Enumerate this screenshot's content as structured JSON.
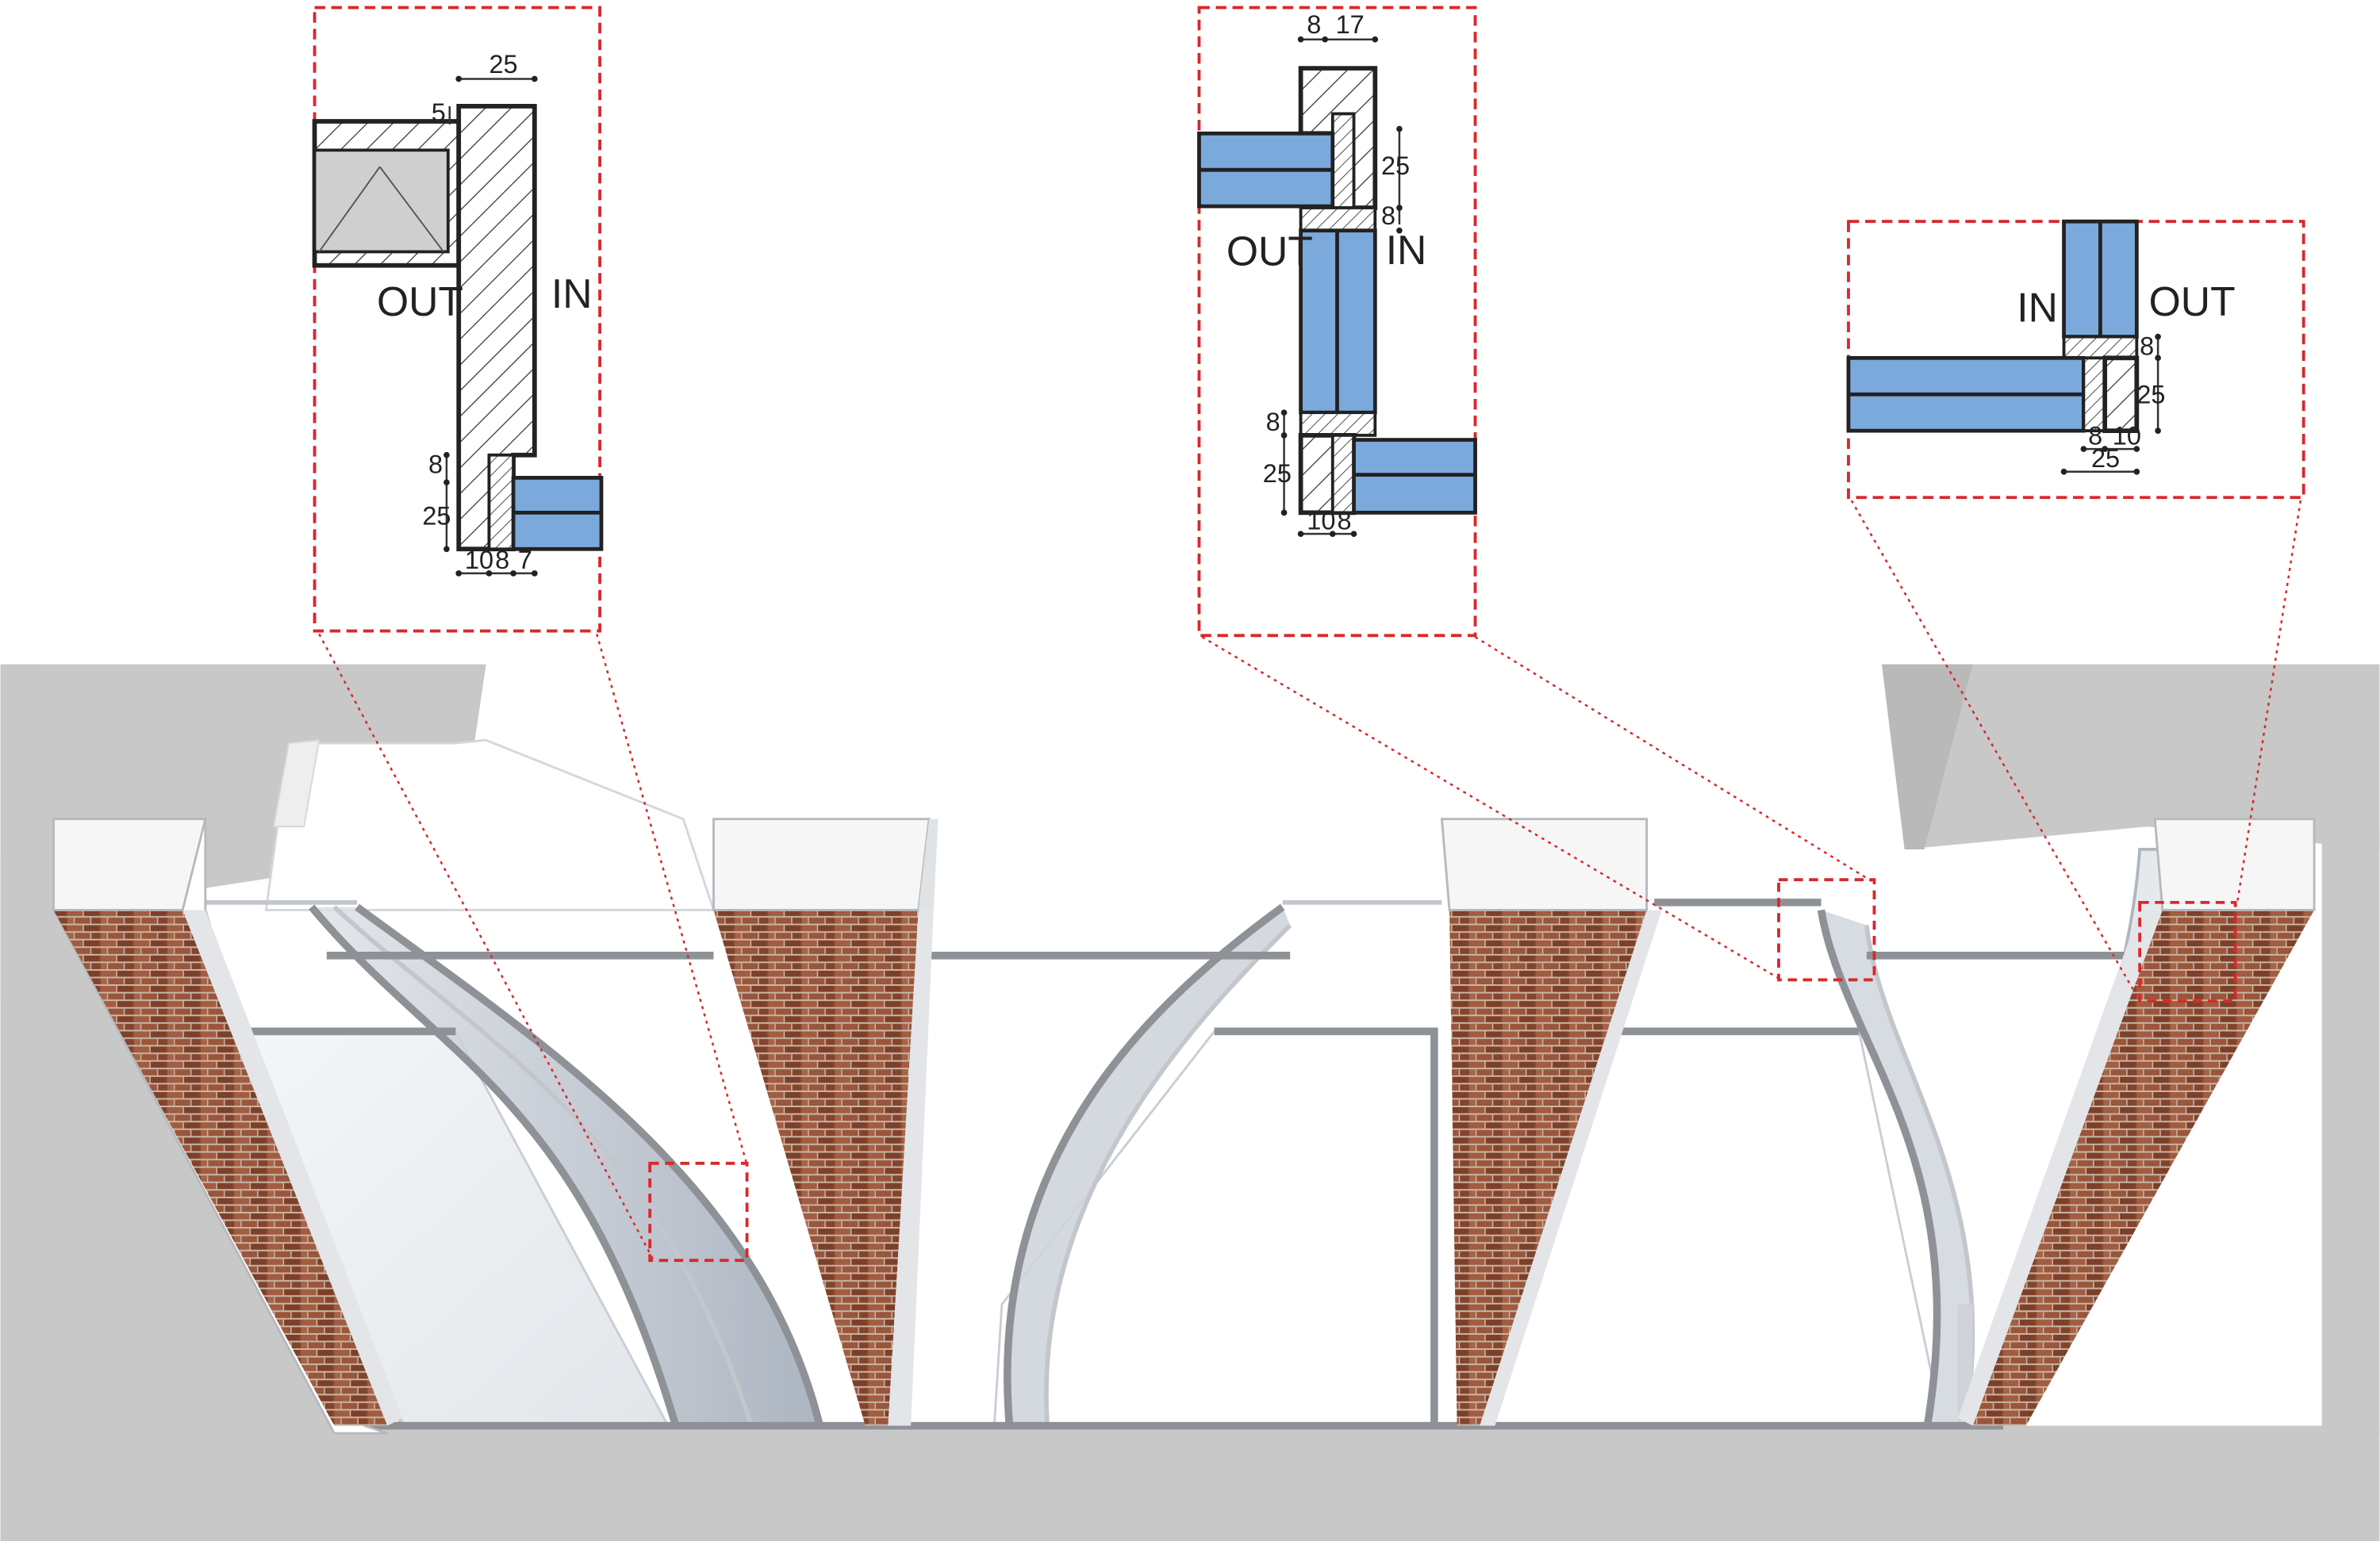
{
  "colors": {
    "background": "#ffffff",
    "ground": "#c8c8c8",
    "brick": "#8c4a32",
    "glass": "#7ba9dc",
    "detail_box": "#d8282d",
    "frame": "#8e9297"
  },
  "details": [
    {
      "in_label": "IN",
      "out_label": "OUT",
      "dims": {
        "top": "25",
        "side_top": "5",
        "side_upper": "8",
        "side_lower": "25",
        "bottom_a": "10",
        "bottom_b": "8",
        "bottom_c": "7"
      }
    },
    {
      "in_label": "IN",
      "out_label": "OUT",
      "dims": {
        "top_a": "8",
        "top_b": "17",
        "right_a": "25",
        "right_b": "8",
        "left_a": "8",
        "left_b": "25",
        "bottom_a": "10",
        "bottom_b": "8"
      }
    },
    {
      "in_label": "IN",
      "out_label": "OUT",
      "dims": {
        "right_a": "8",
        "right_b": "25",
        "bottom_a": "8",
        "bottom_b": "10",
        "bottom_total": "25"
      }
    }
  ],
  "icons": {
    "brick_pier": "brick-pier",
    "glazing": "curved-glass-panel",
    "callout": "detail-callout-box"
  }
}
